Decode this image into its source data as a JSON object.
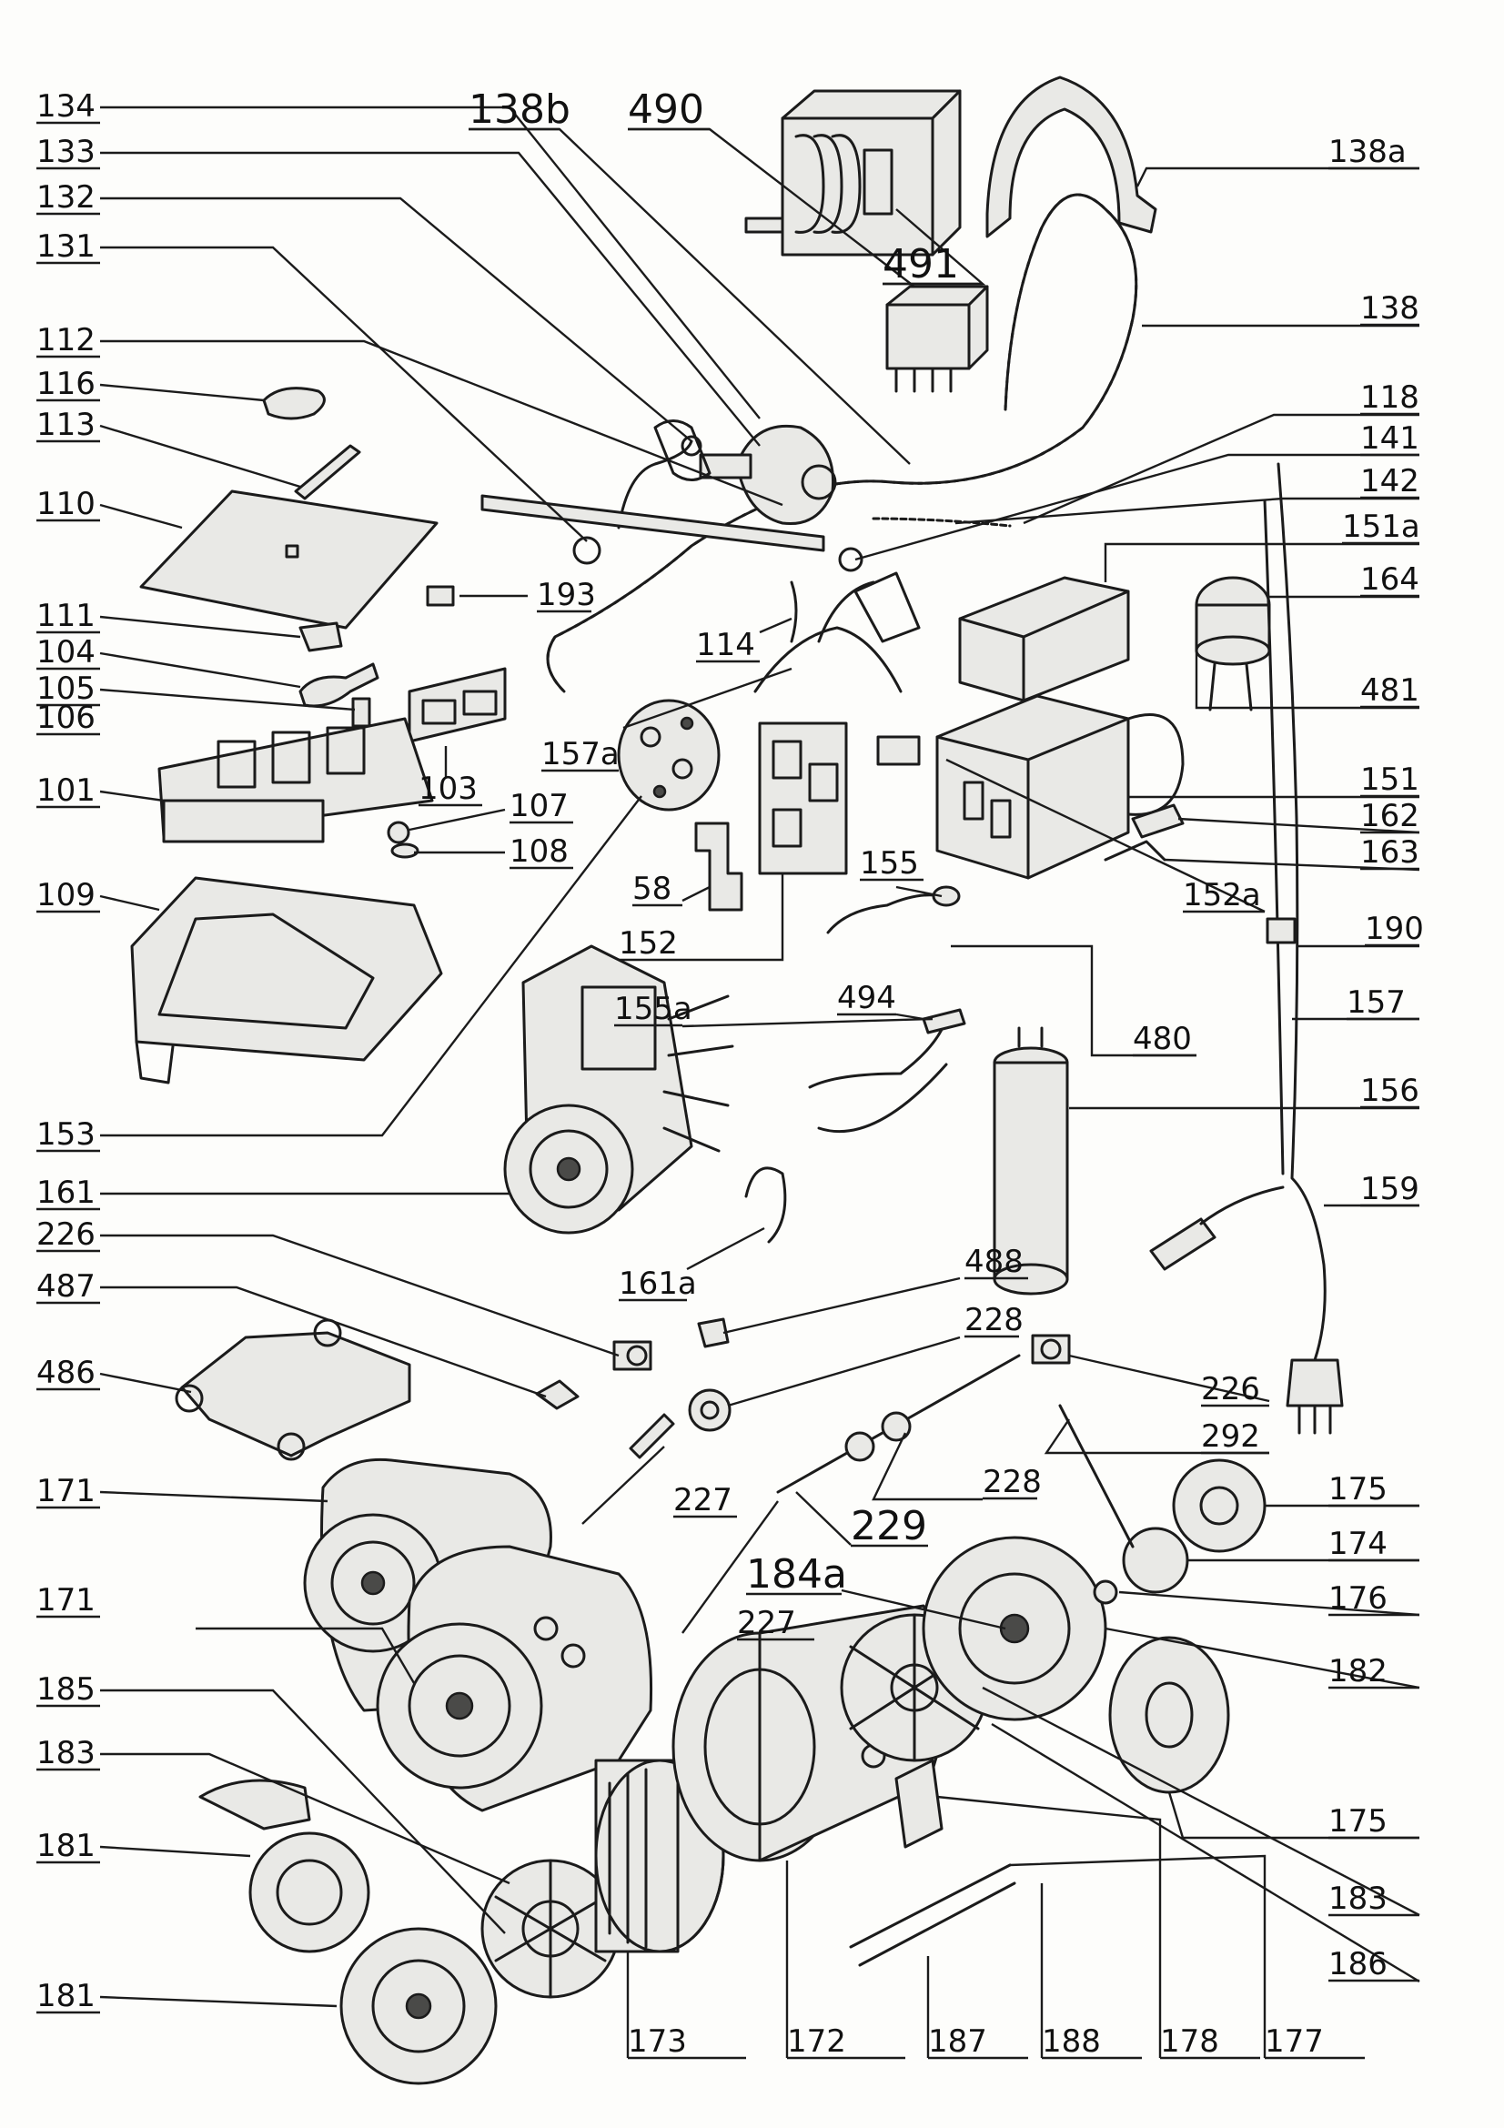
{
  "callouts": [
    {
      "id": "c134",
      "label": "134"
    },
    {
      "id": "c133",
      "label": "133"
    },
    {
      "id": "c132",
      "label": "132"
    },
    {
      "id": "c131",
      "label": "131"
    },
    {
      "id": "c112",
      "label": "112"
    },
    {
      "id": "c116",
      "label": "116"
    },
    {
      "id": "c113",
      "label": "113"
    },
    {
      "id": "c110",
      "label": "110"
    },
    {
      "id": "c111",
      "label": "111"
    },
    {
      "id": "c104",
      "label": "104"
    },
    {
      "id": "c105",
      "label": "105"
    },
    {
      "id": "c106",
      "label": "106"
    },
    {
      "id": "c101",
      "label": "101"
    },
    {
      "id": "c109",
      "label": "109"
    },
    {
      "id": "c153",
      "label": "153"
    },
    {
      "id": "c161",
      "label": "161"
    },
    {
      "id": "c226l",
      "label": "226"
    },
    {
      "id": "c487",
      "label": "487"
    },
    {
      "id": "c486",
      "label": "486"
    },
    {
      "id": "c171a",
      "label": "171"
    },
    {
      "id": "c171b",
      "label": "171"
    },
    {
      "id": "c185",
      "label": "185"
    },
    {
      "id": "c183l",
      "label": "183"
    },
    {
      "id": "c181a",
      "label": "181"
    },
    {
      "id": "c181b",
      "label": "181"
    },
    {
      "id": "c138b",
      "label": "138b"
    },
    {
      "id": "c490",
      "label": "490"
    },
    {
      "id": "c491",
      "label": "491"
    },
    {
      "id": "c193",
      "label": "193"
    },
    {
      "id": "c103",
      "label": "103"
    },
    {
      "id": "c107",
      "label": "107"
    },
    {
      "id": "c108",
      "label": "108"
    },
    {
      "id": "c114",
      "label": "114"
    },
    {
      "id": "c157a",
      "label": "157a"
    },
    {
      "id": "c58",
      "label": "58"
    },
    {
      "id": "c152",
      "label": "152"
    },
    {
      "id": "c155",
      "label": "155"
    },
    {
      "id": "c155a",
      "label": "155a"
    },
    {
      "id": "c494",
      "label": "494"
    },
    {
      "id": "c161a",
      "label": "161a"
    },
    {
      "id": "c488",
      "label": "488"
    },
    {
      "id": "c228a",
      "label": "228"
    },
    {
      "id": "c227a",
      "label": "227"
    },
    {
      "id": "c228b",
      "label": "228"
    },
    {
      "id": "c229",
      "label": "229"
    },
    {
      "id": "c184a",
      "label": "184a"
    },
    {
      "id": "c227b",
      "label": "227"
    },
    {
      "id": "c138a",
      "label": "138a"
    },
    {
      "id": "c138",
      "label": "138"
    },
    {
      "id": "c118",
      "label": "118"
    },
    {
      "id": "c141",
      "label": "141"
    },
    {
      "id": "c142",
      "label": "142"
    },
    {
      "id": "c151a",
      "label": "151a"
    },
    {
      "id": "c164",
      "label": "164"
    },
    {
      "id": "c481",
      "label": "481"
    },
    {
      "id": "c151",
      "label": "151"
    },
    {
      "id": "c162",
      "label": "162"
    },
    {
      "id": "c163",
      "label": "163"
    },
    {
      "id": "c152a",
      "label": "152a"
    },
    {
      "id": "c190",
      "label": "190"
    },
    {
      "id": "c157",
      "label": "157"
    },
    {
      "id": "c480",
      "label": "480"
    },
    {
      "id": "c156",
      "label": "156"
    },
    {
      "id": "c159",
      "label": "159"
    },
    {
      "id": "c226r",
      "label": "226"
    },
    {
      "id": "c292",
      "label": "292"
    },
    {
      "id": "c175a",
      "label": "175"
    },
    {
      "id": "c174",
      "label": "174"
    },
    {
      "id": "c176",
      "label": "176"
    },
    {
      "id": "c182",
      "label": "182"
    },
    {
      "id": "c175b",
      "label": "175"
    },
    {
      "id": "c183r",
      "label": "183"
    },
    {
      "id": "c186",
      "label": "186"
    },
    {
      "id": "c173",
      "label": "173"
    },
    {
      "id": "c172",
      "label": "172"
    },
    {
      "id": "c187",
      "label": "187"
    },
    {
      "id": "c188",
      "label": "188"
    },
    {
      "id": "c178",
      "label": "178"
    },
    {
      "id": "c177",
      "label": "177"
    }
  ]
}
